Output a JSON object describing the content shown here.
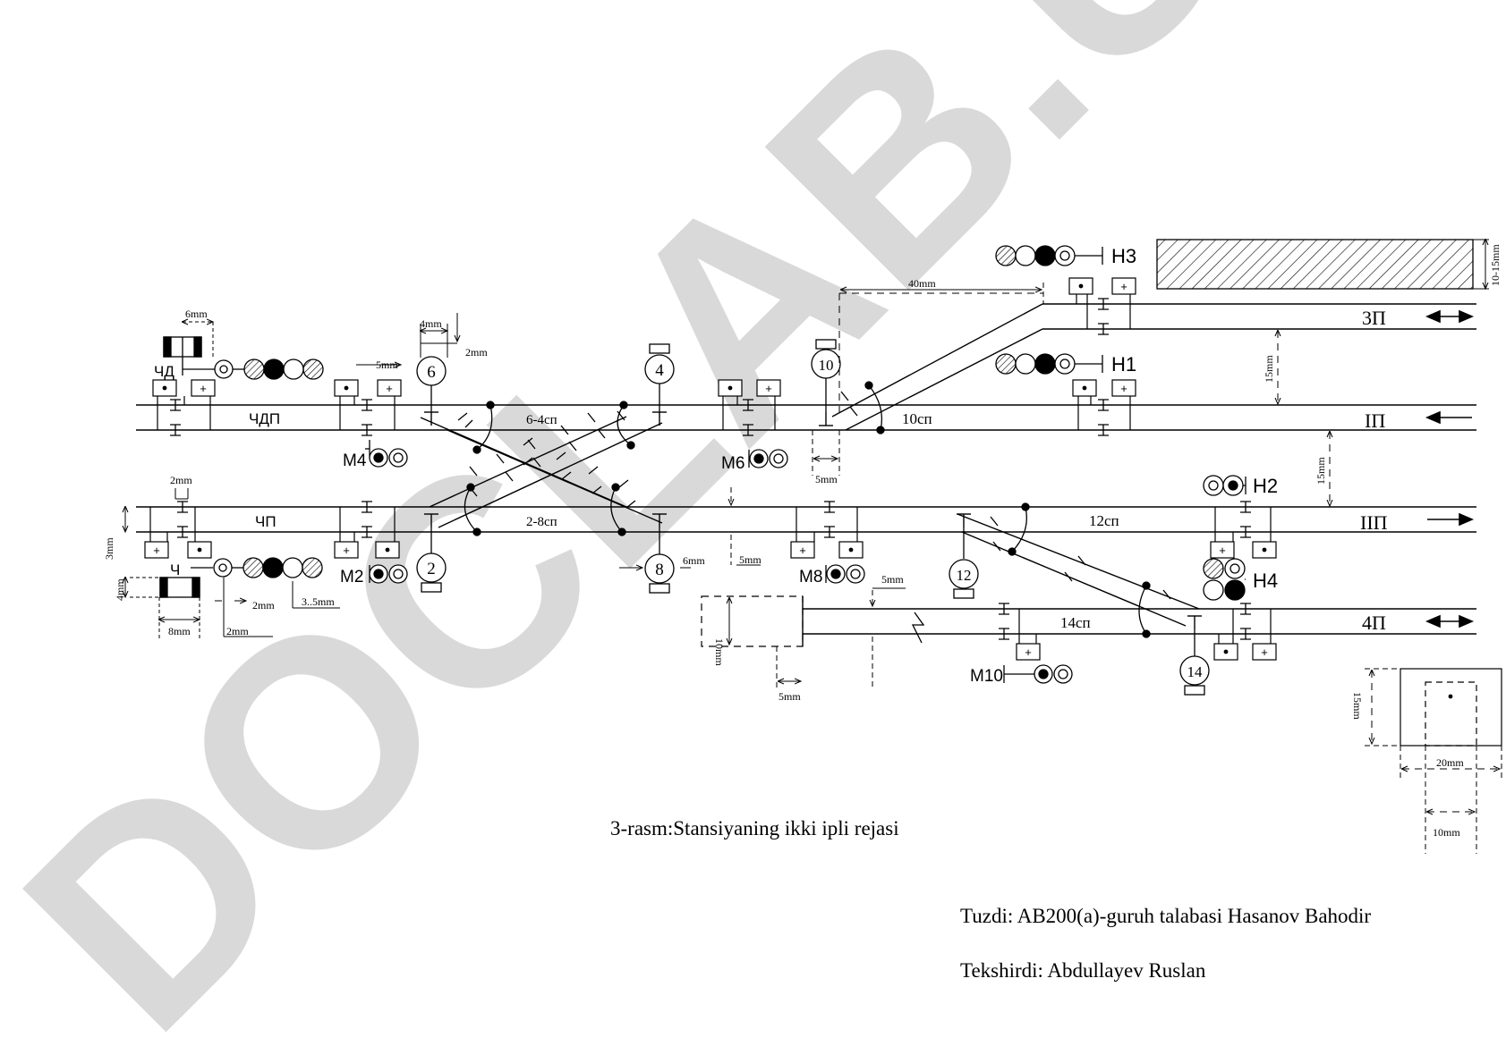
{
  "watermark": {
    "text": "DOCLAB.UZ",
    "color": "#d9d9d9"
  },
  "caption": "3-rasm:Stansiyaning ikki ipli rejasi",
  "author": "Tuzdi: AB200(a)-guruh talabasi Hasanov Bahodir",
  "checker": "Tekshirdi: Abdullayev Ruslan",
  "tracks": {
    "t3": "3П",
    "t1": "IП",
    "t2": "IIП",
    "t4": "4П",
    "chdp": "ЧДП",
    "chp": "ЧП"
  },
  "sections": {
    "s64": "6-4сп",
    "s28": "2-8сп",
    "s10": "10сп",
    "s12": "12сп",
    "s14": "14сп"
  },
  "switches": {
    "sw6": "6",
    "sw4": "4",
    "sw10": "10",
    "sw2": "2",
    "sw8": "8",
    "sw12": "12",
    "sw14": "14"
  },
  "signals": {
    "h3": "Н3",
    "h1": "Н1",
    "h2": "Н2",
    "h4": "Н4",
    "m4": "М4",
    "m6": "М6",
    "m2": "М2",
    "m8": "М8",
    "m10": "М10",
    "chd": "ЧД",
    "ch": "Ч"
  },
  "dims": {
    "d6mm": "6mm",
    "d4mm": "4mm",
    "d2mm_a": "2mm",
    "d5mm_a": "5mm",
    "d40mm": "40mm",
    "d10_15mm": "10-15mm",
    "d15mm_a": "15mm",
    "d15mm_b": "15mm",
    "d5mm_b": "5mm",
    "d2mm_b": "2mm",
    "d3mm": "3mm",
    "d4mm_b": "4mm",
    "d8mm": "8mm",
    "d2mm_c": "2mm",
    "d2mm_d": "2mm",
    "d3_5mm": "3..5mm",
    "d6mm_b": "6mm",
    "d5mm_c": "5mm",
    "d5mm_d": "5mm",
    "d10mm": "10mm",
    "d5mm_e": "5mm",
    "d15mm_c": "15mm",
    "d20mm": "20mm",
    "d10mm_b": "10mm"
  }
}
